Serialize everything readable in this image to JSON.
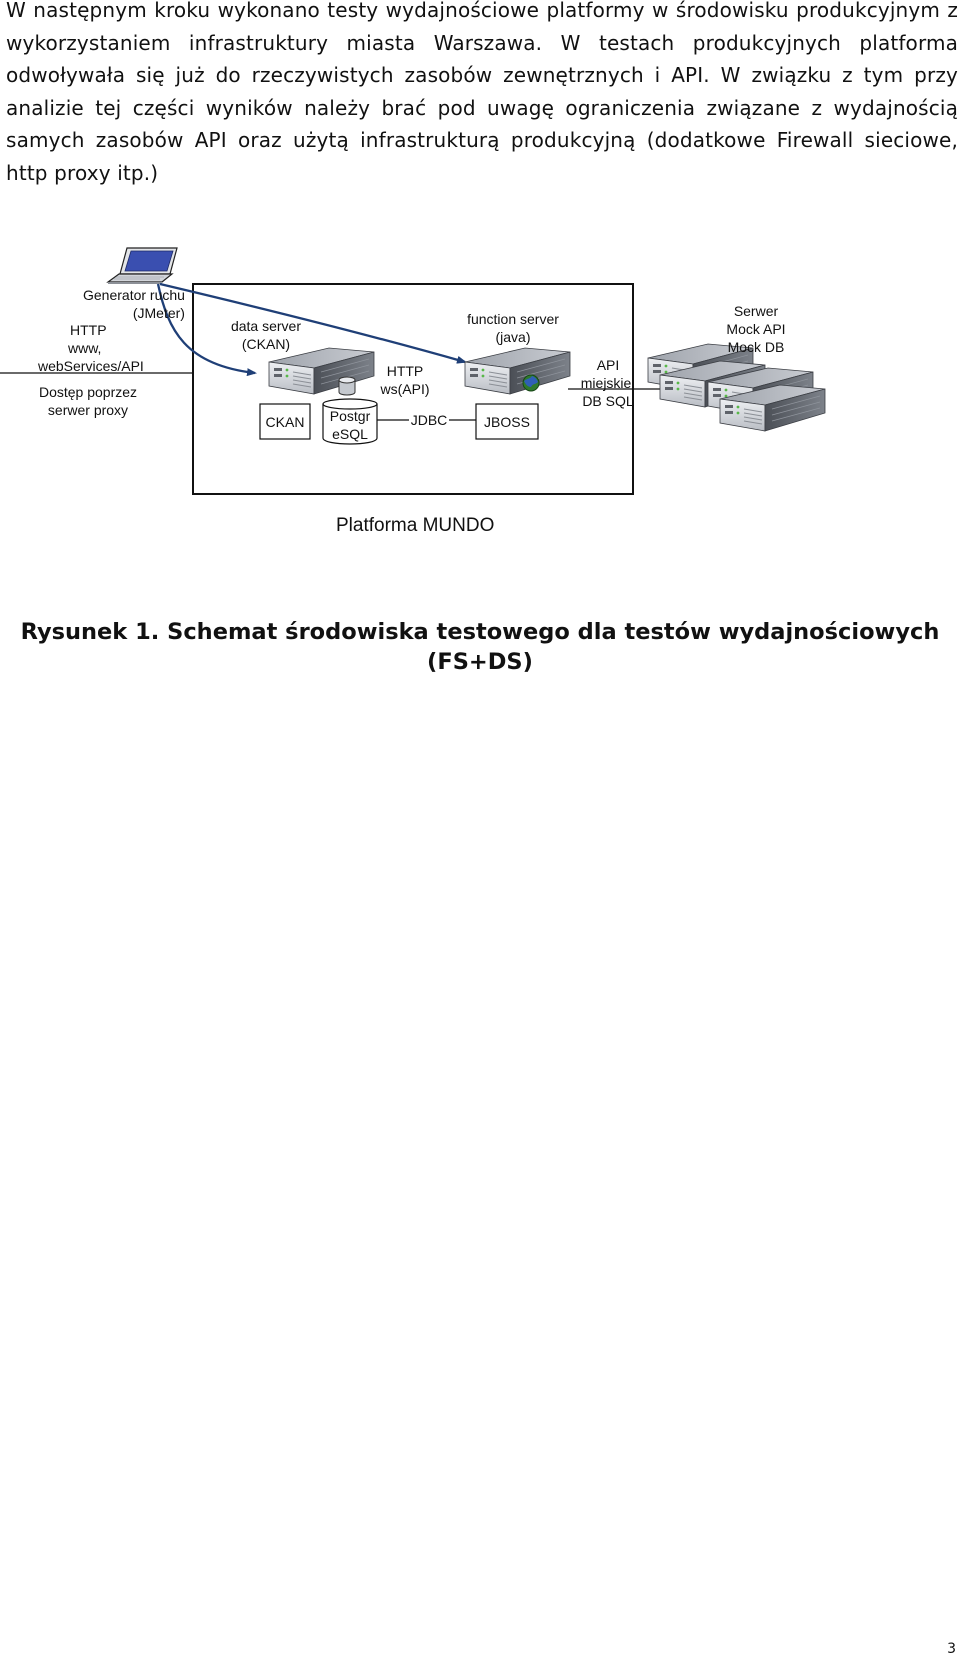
{
  "body_text": "W następnym kroku wykonano testy wydajnościowe platformy w środowisku produkcyjnym z wykorzystaniem infrastruktury miasta Warszawa. W testach produkcyjnych platforma odwoływała się już do rzeczywistych zasobów zewnętrznych i API. W związku z tym przy analizie tej części wyników należy brać pod uwagę ograniczenia związane z wydajnością samych zasobów API oraz użytą infrastrukturą produkcyjną (dodatkowe Firewall sieciowe, http proxy itp.)",
  "diagram": {
    "platform_title": "Platforma MUNDO",
    "traffic_generator": {
      "line1": "Generator ruchu",
      "line2": "(JMeter)"
    },
    "http_client": {
      "line1": "HTTP",
      "line2": "www,",
      "line3": "webServices/API"
    },
    "proxy_access": {
      "line1": "Dostęp poprzez",
      "line2": "serwer proxy"
    },
    "data_server": {
      "line1": "data server",
      "line2": "(CKAN)",
      "box": "CKAN"
    },
    "database": {
      "line1": "Postgr",
      "line2": "eSQL"
    },
    "http_api": {
      "line1": "HTTP",
      "line2": "ws(API)"
    },
    "jdbc": "JDBC",
    "function_server": {
      "line1": "function server",
      "line2": "(java)",
      "box": "JBOSS"
    },
    "city_api": {
      "line1": "API",
      "line2": "miejskie,",
      "line3": "DB SQL"
    },
    "mock_server": {
      "line1": "Serwer",
      "line2": "Mock API",
      "line3": "Mock DB"
    },
    "icons": {
      "laptop": "laptop-icon",
      "server": "server-icon",
      "database": "database-icon",
      "globe": "globe-icon",
      "server_stack": "server-stack-icon"
    },
    "colors": {
      "arrow": "#1f3f77",
      "server_body": "#6d7179",
      "server_front": "#d8dbe0",
      "globe": "#2f7a2c",
      "laptop_screen": "#3a4fb0"
    }
  },
  "caption": "Rysunek 1. Schemat środowiska testowego dla testów wydajnościowych (FS+DS)",
  "page_number": "3"
}
